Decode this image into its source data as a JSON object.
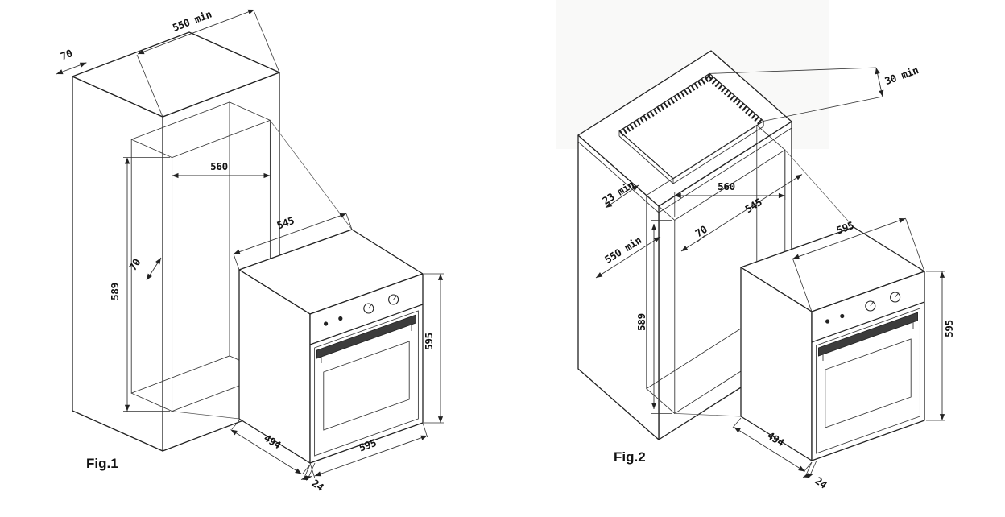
{
  "figure1": {
    "caption": "Fig.1",
    "labels": {
      "top_gap": "70",
      "depth_min": "550 min",
      "niche_width": "560",
      "oven_top_depth": "545",
      "inner_gap": "70",
      "niche_height": "589",
      "oven_height": "595",
      "oven_width": "595",
      "oven_depth": "494",
      "door_offset": "24"
    }
  },
  "figure2": {
    "caption": "Fig.2",
    "labels": {
      "rear_gap_min": "30 min",
      "niche_width": "560",
      "front_gap_min": "23 min",
      "inner_gap": "70",
      "oven_top_depth": "545",
      "depth_min": "550 min",
      "niche_height": "589",
      "oven_width": "595",
      "oven_height": "595",
      "oven_depth": "494",
      "door_offset": "24"
    }
  }
}
